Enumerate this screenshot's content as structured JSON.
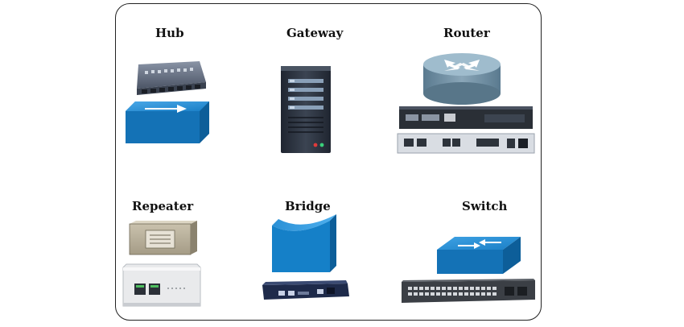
{
  "devices": {
    "hub": "Hub",
    "gateway": "Gateway",
    "router": "Router",
    "repeater": "Repeater",
    "bridge": "Bridge",
    "switch": "Switch"
  },
  "colors": {
    "cisco_blue": "#1580c8",
    "router_gray": "#6b8fa6",
    "dark_chassis": "#2a2f36"
  },
  "icons": {
    "hub": "hub-icon",
    "gateway": "server-icon",
    "router": "router-icon",
    "repeater": "repeater-icon",
    "bridge": "bridge-icon",
    "switch": "switch-icon"
  }
}
